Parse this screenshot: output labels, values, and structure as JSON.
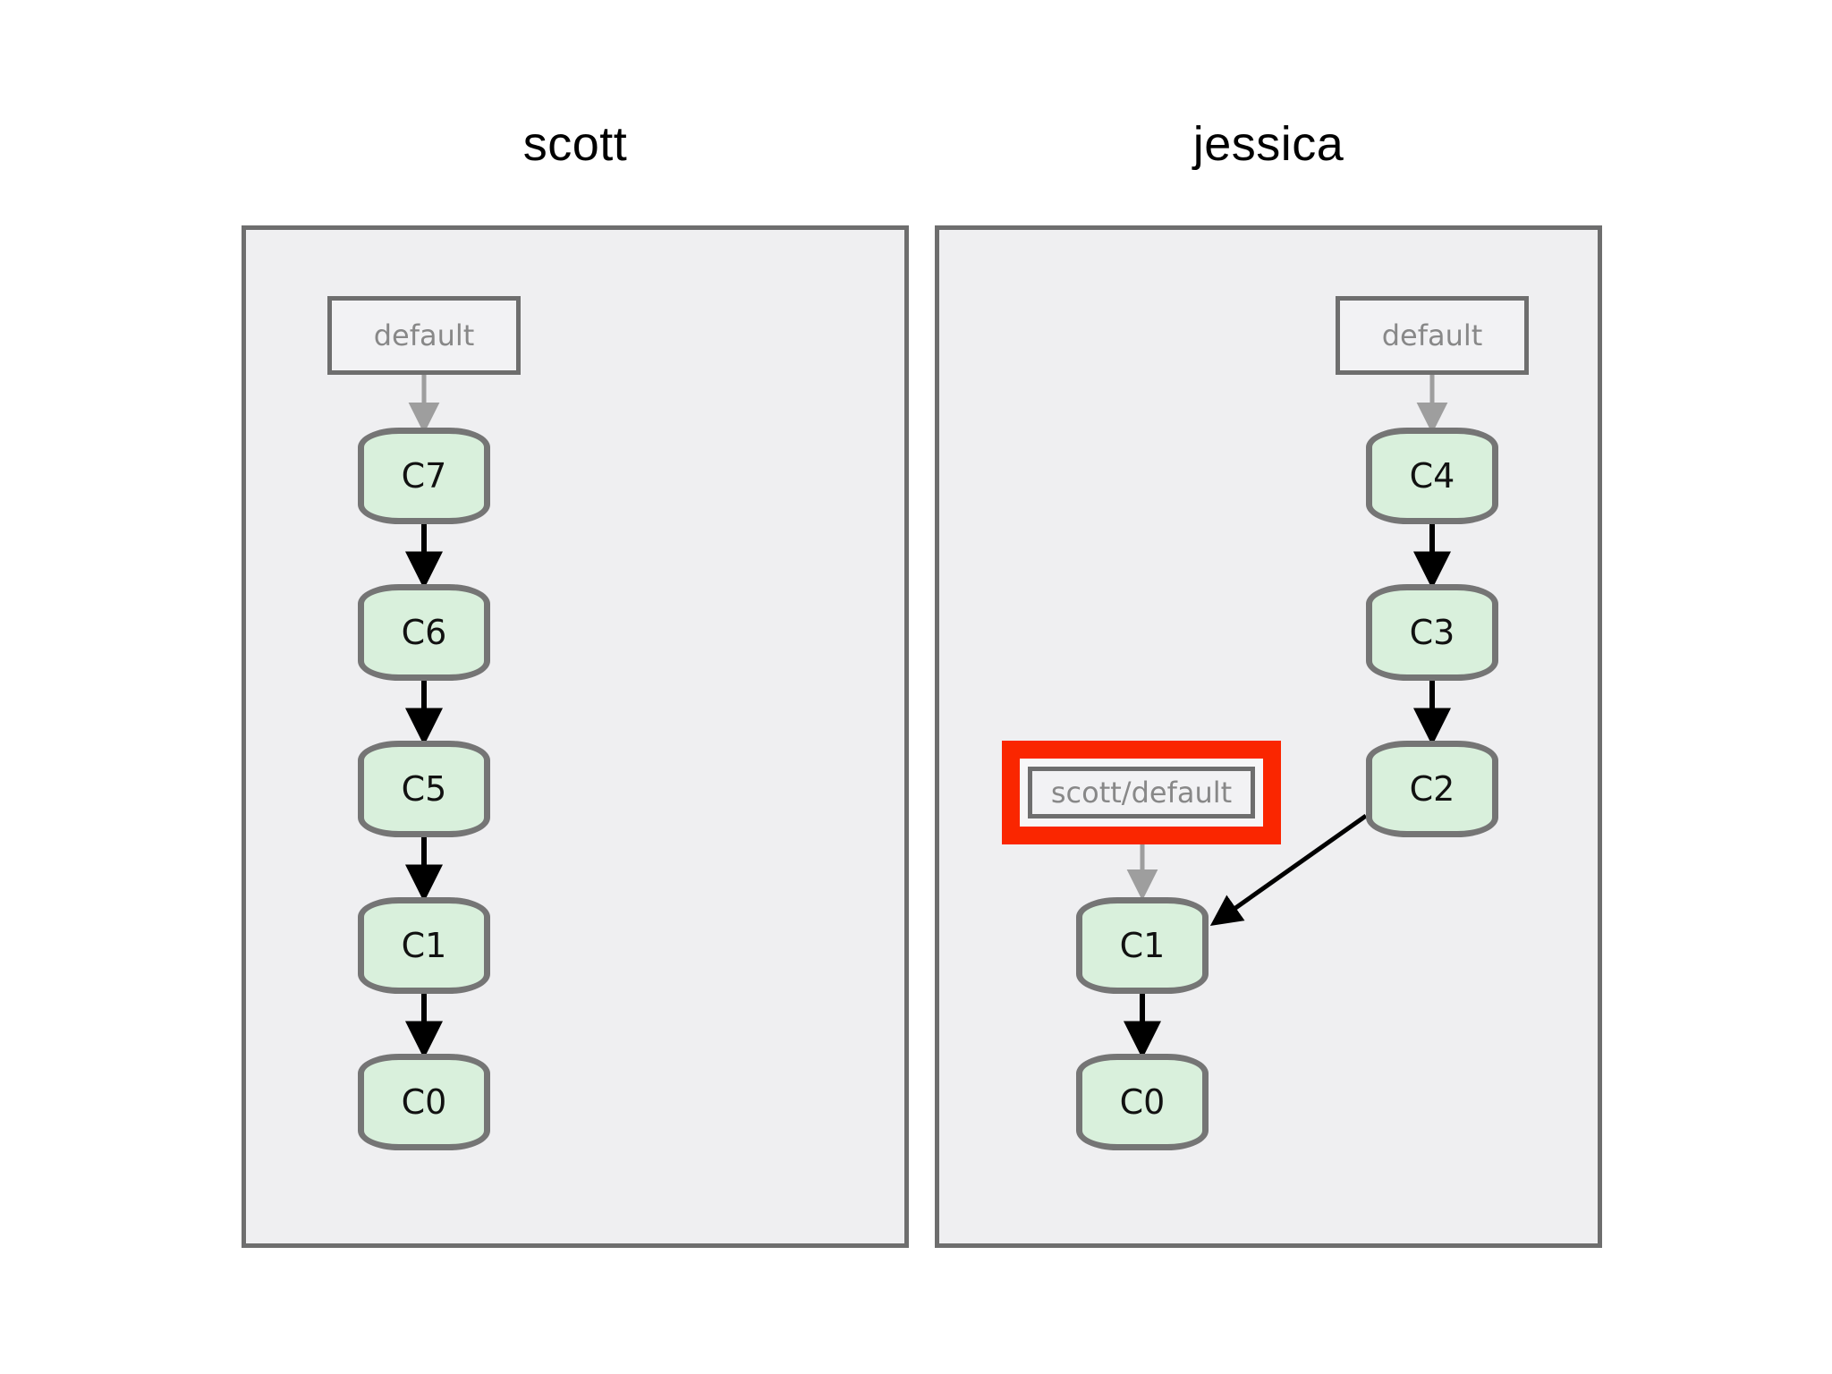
{
  "diagram": {
    "type": "graph",
    "title": "",
    "background_color": "#ffffff",
    "panel_fill": "#efeff1",
    "panel_border": "#6e6e6e",
    "commit_fill": "#d9f0dc",
    "commit_border": "#757575",
    "ref_text_color": "#888888",
    "highlight_color": "#fa2600",
    "edge_color_commit": "#000000",
    "edge_color_ref": "#9e9e9e"
  },
  "panels": [
    {
      "id": "scott",
      "title": "scott",
      "refs": [
        {
          "id": "scott-default",
          "label": "default",
          "highlighted": false,
          "points_to": "C7"
        }
      ],
      "commits": [
        {
          "id": "s-c7",
          "label": "C7"
        },
        {
          "id": "s-c6",
          "label": "C6"
        },
        {
          "id": "s-c5",
          "label": "C5"
        },
        {
          "id": "s-c1",
          "label": "C1"
        },
        {
          "id": "s-c0",
          "label": "C0"
        }
      ],
      "edges": [
        {
          "from": "C7",
          "to": "C6"
        },
        {
          "from": "C6",
          "to": "C5"
        },
        {
          "from": "C5",
          "to": "C1"
        },
        {
          "from": "C1",
          "to": "C0"
        }
      ]
    },
    {
      "id": "jessica",
      "title": "jessica",
      "refs": [
        {
          "id": "jessica-default",
          "label": "default",
          "highlighted": false,
          "points_to": "C4"
        },
        {
          "id": "jessica-scott-default",
          "label": "scott/default",
          "highlighted": true,
          "points_to": "C1"
        }
      ],
      "commits": [
        {
          "id": "j-c4",
          "label": "C4"
        },
        {
          "id": "j-c3",
          "label": "C3"
        },
        {
          "id": "j-c2",
          "label": "C2"
        },
        {
          "id": "j-c1",
          "label": "C1"
        },
        {
          "id": "j-c0",
          "label": "C0"
        }
      ],
      "edges": [
        {
          "from": "C4",
          "to": "C3"
        },
        {
          "from": "C3",
          "to": "C2"
        },
        {
          "from": "C2",
          "to": "C1"
        },
        {
          "from": "C1",
          "to": "C0"
        }
      ]
    }
  ]
}
